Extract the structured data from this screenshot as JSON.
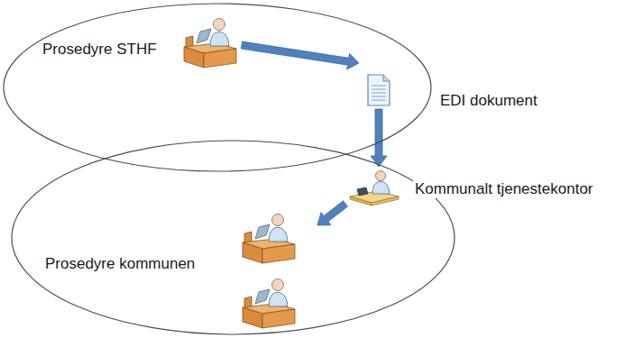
{
  "diagram": {
    "nodes": [
      {
        "text": [
          "Prosedyre STHF"
        ]
      },
      {
        "text": [
          "Prosedyre kommunen"
        ]
      },
      {
        "text": [
          "EDI dokument"
        ],
        "in": 0
      },
      {
        "text": [
          "Kommunalt tjenestekontor"
        ],
        "in": 1
      }
    ],
    "edges": [
      {
        "from": 2,
        "to": 3,
        "arrow": "to"
      }
    ]
  }
}
